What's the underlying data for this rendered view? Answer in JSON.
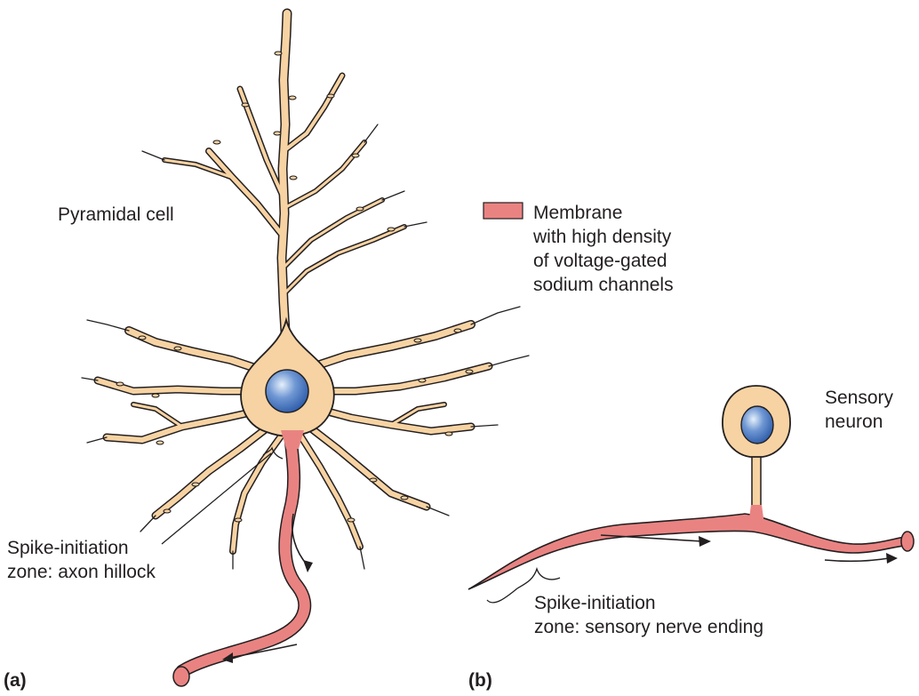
{
  "labels": {
    "pyramidal_cell": "Pyramidal cell",
    "legend_lines": [
      "Membrane",
      "with high density",
      "of voltage-gated",
      "sodium channels"
    ],
    "sensory_neuron_lines": [
      "Sensory",
      "neuron"
    ],
    "spike_a_lines": [
      "Spike-initiation",
      "zone: axon hillock"
    ],
    "spike_b_lines": [
      "Spike-initiation",
      "zone: sensory nerve ending"
    ],
    "panel_a": "(a)",
    "panel_b": "(b)"
  },
  "colors": {
    "cell_body": "#f7d3a3",
    "outline": "#231f20",
    "high_na_membrane": "#e98382",
    "nucleus_light": "#c7dbf2",
    "nucleus_dark": "#2b5aa8"
  }
}
